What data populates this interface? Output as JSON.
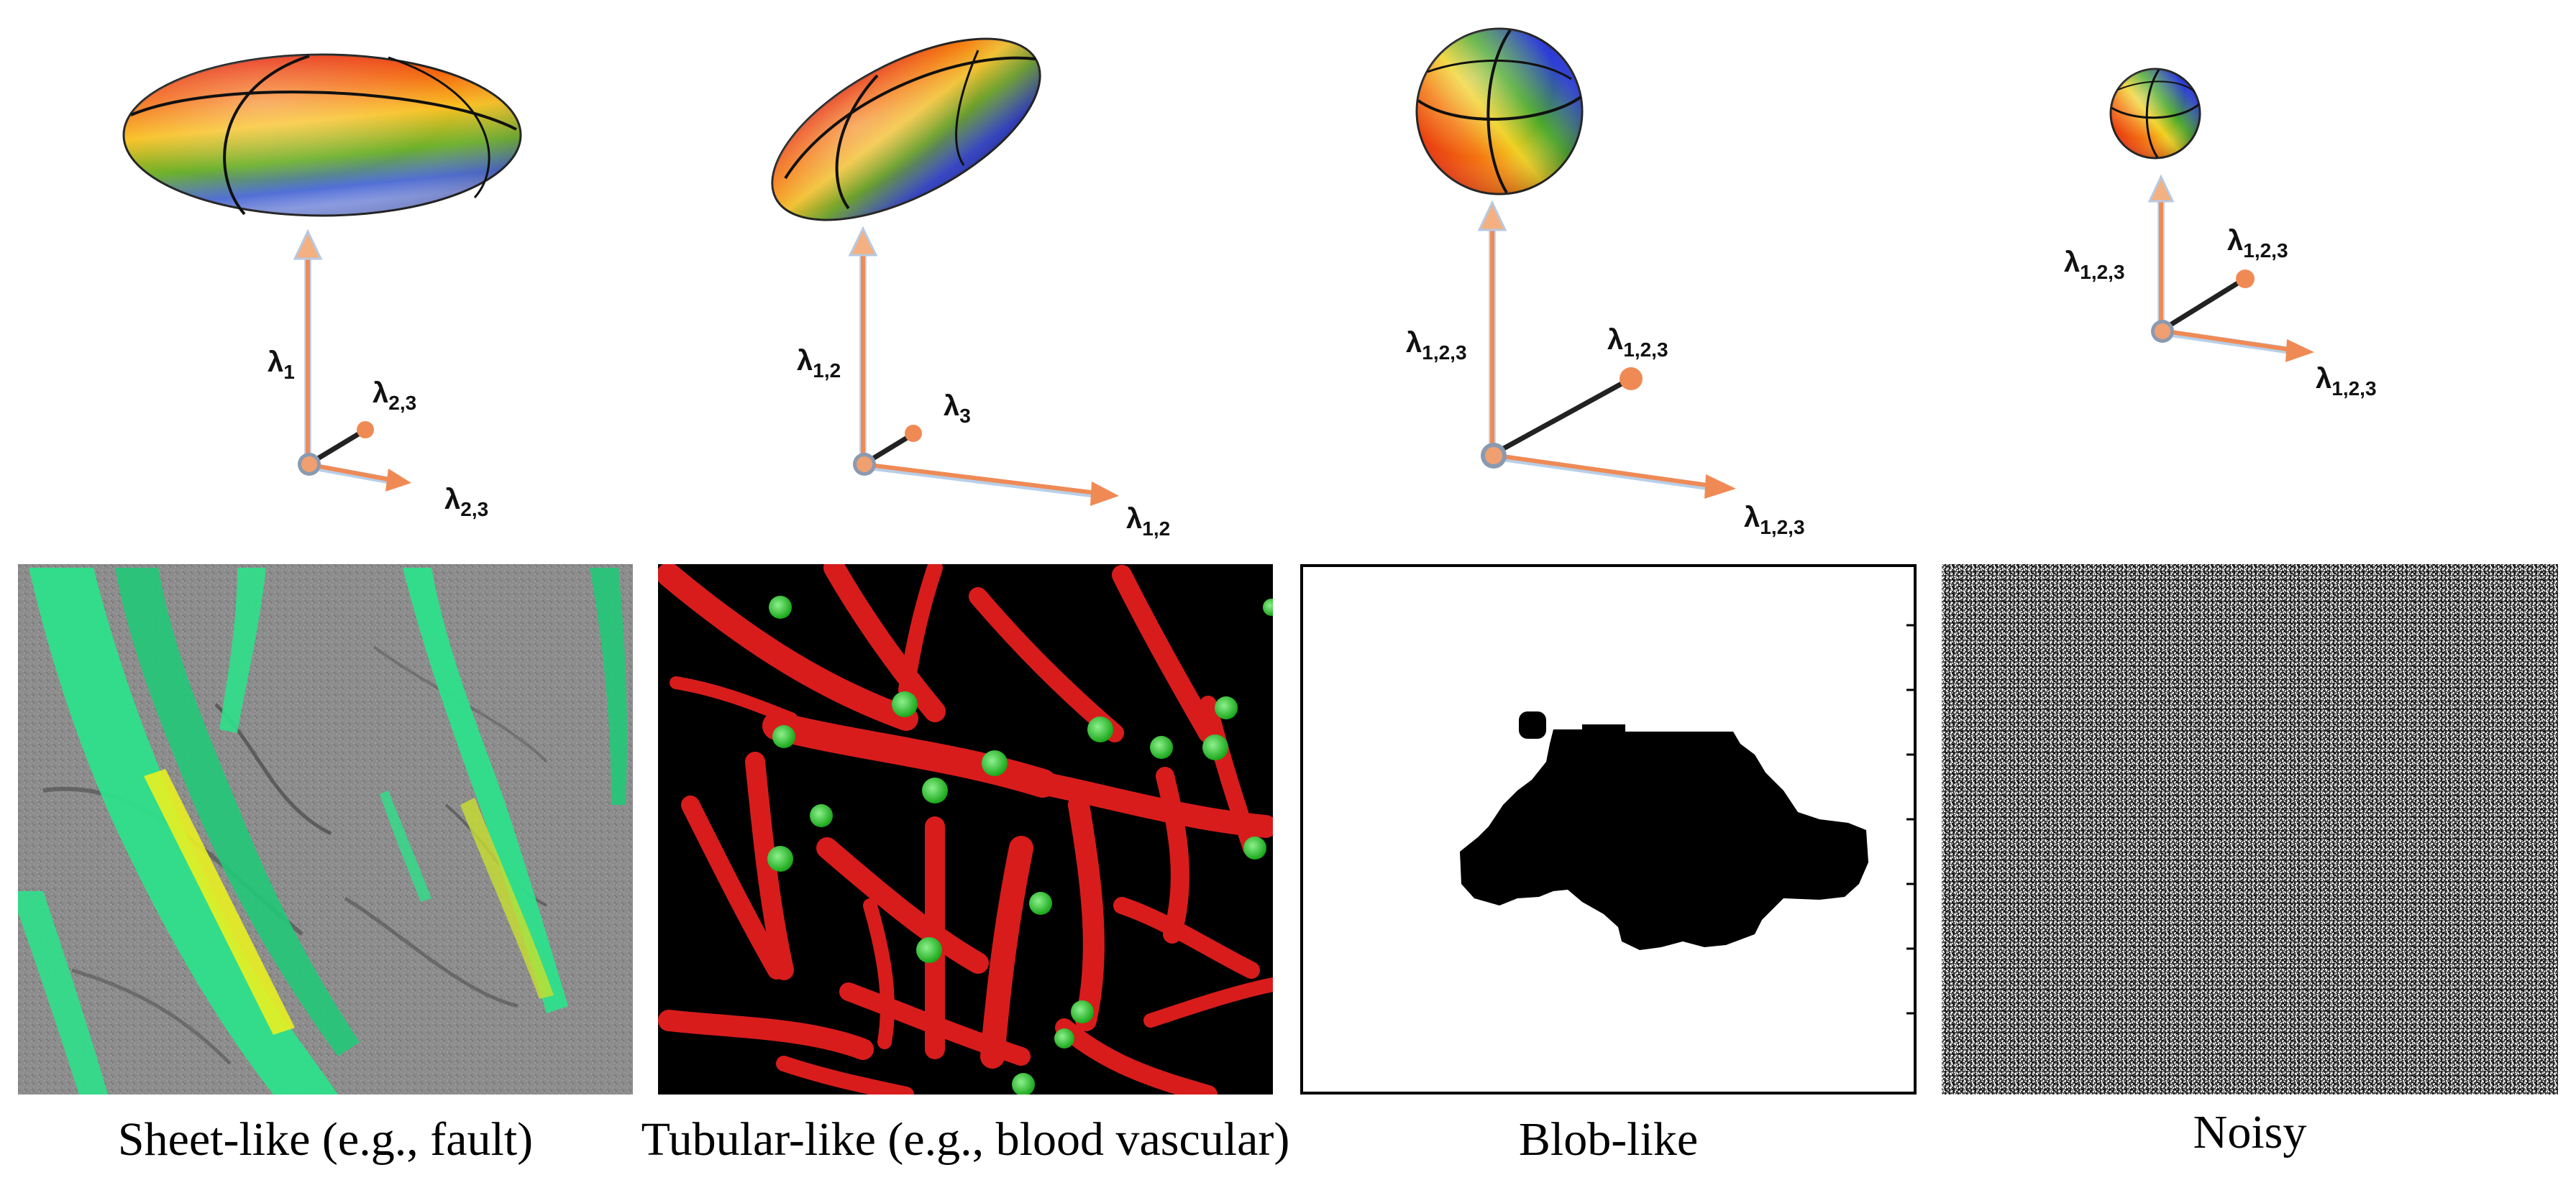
{
  "panels": [
    {
      "shape": "sheet",
      "axis_labels": {
        "vertical": [
          "λ",
          "1"
        ],
        "depth": [
          "λ",
          "2,3"
        ],
        "horizontal": [
          "λ",
          "2,3"
        ]
      },
      "image": "seismic-fault-volume",
      "caption": "Sheet-like (e.g., fault)"
    },
    {
      "shape": "tube",
      "axis_labels": {
        "vertical": [
          "λ",
          "1,2"
        ],
        "depth": [
          "λ",
          "3"
        ],
        "horizontal": [
          "λ",
          "1,2"
        ]
      },
      "image": "blood-vessel-network",
      "caption": "Tubular-like (e.g., blood vascular)"
    },
    {
      "shape": "blob",
      "axis_labels": {
        "vertical": [
          "λ",
          "1,2,3"
        ],
        "depth": [
          "λ",
          "1,2,3"
        ],
        "horizontal": [
          "λ",
          "1,2,3"
        ]
      },
      "image": "binary-blob",
      "caption": "Blob-like"
    },
    {
      "shape": "noise",
      "axis_labels": {
        "vertical": [
          "λ",
          "1,2,3"
        ],
        "depth": [
          "λ",
          "1,2,3"
        ],
        "horizontal": [
          "λ",
          "1,2,3"
        ]
      },
      "image": "random-noise",
      "caption": "Noisy"
    }
  ],
  "colors": {
    "axis_orange": "#f08a55",
    "axis_blue": "#4a86c8",
    "ellipsoid_gradient": [
      "#e81010",
      "#f47a10",
      "#f8d020",
      "#6cb02a",
      "#2c3cd8"
    ],
    "vessel_red": "#d81c1c",
    "node_green": "#2ec82e",
    "fault_green": "#2ee08a",
    "fault_yellow": "#e8f020",
    "seismic_gray": "#8c8c8c"
  }
}
